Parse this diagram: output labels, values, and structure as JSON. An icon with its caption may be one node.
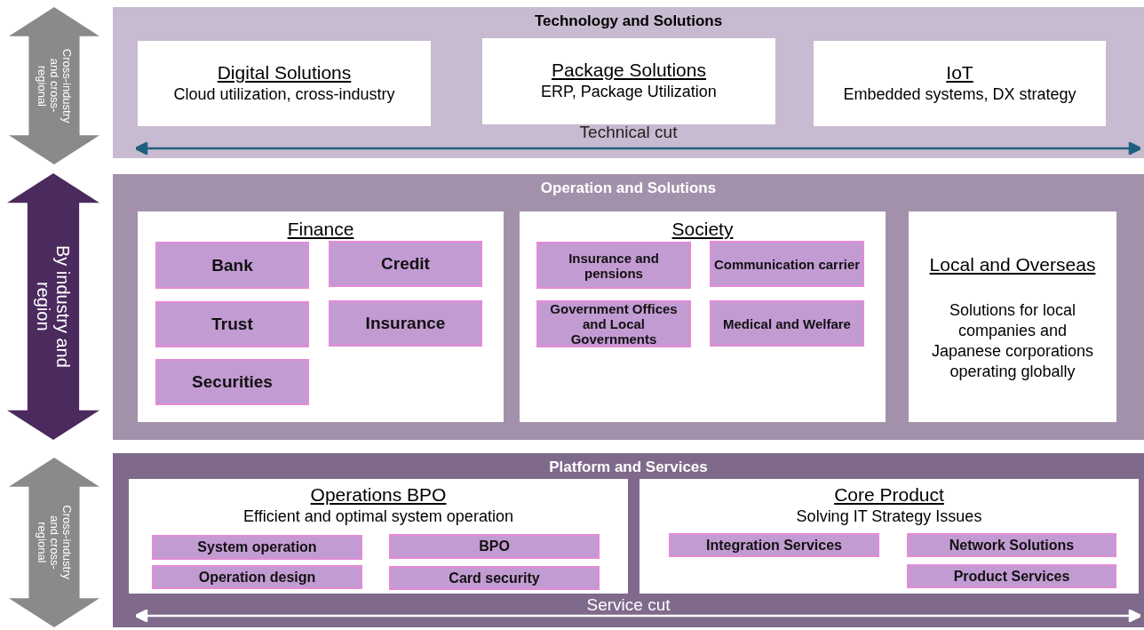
{
  "diagram": {
    "nodes": [
      {
        "text": [
          "Technology and Solutions"
        ]
      },
      {
        "text": [
          "Digital Solutions",
          "Cloud utilization, cross-industry"
        ],
        "in": 0
      },
      {
        "text": [
          "Package Solutions",
          "ERP, Package Utilization"
        ],
        "in": 0
      },
      {
        "text": [
          "IoT",
          "Embedded systems, DX strategy"
        ],
        "in": 0
      },
      {
        "text": [
          "Operation and Solutions"
        ]
      },
      {
        "text": [
          "Finance"
        ],
        "in": 4
      },
      {
        "text": [
          "Bank"
        ],
        "in": 5
      },
      {
        "text": [
          "Credit"
        ],
        "in": 5
      },
      {
        "text": [
          "Trust"
        ],
        "in": 5
      },
      {
        "text": [
          "Insurance"
        ],
        "in": 5
      },
      {
        "text": [
          "Securities"
        ],
        "in": 5
      },
      {
        "text": [
          "Society"
        ],
        "in": 4
      },
      {
        "text": [
          "Insurance and pensions"
        ],
        "in": 11
      },
      {
        "text": [
          "Communication carrier"
        ],
        "in": 11
      },
      {
        "text": [
          "Government Offices and Local Governments"
        ],
        "in": 11
      },
      {
        "text": [
          "Medical and Welfare"
        ],
        "in": 11
      },
      {
        "text": [
          "Local and Overseas",
          "Solutions for local companies and Japanese corporations operating globally"
        ],
        "in": 4
      },
      {
        "text": [
          "Platform and Services"
        ]
      },
      {
        "text": [
          "Operations BPO",
          "Efficient and optimal system operation"
        ],
        "in": 17
      },
      {
        "text": [
          "System operation"
        ],
        "in": 18
      },
      {
        "text": [
          "BPO"
        ],
        "in": 18
      },
      {
        "text": [
          "Operation design"
        ],
        "in": 18
      },
      {
        "text": [
          "Card security"
        ],
        "in": 18
      },
      {
        "text": [
          "Core Product",
          "Solving IT Strategy Issues"
        ],
        "in": 17
      },
      {
        "text": [
          "Integration Services"
        ],
        "in": 23
      },
      {
        "text": [
          "Network Solutions"
        ],
        "in": 23
      },
      {
        "text": [
          "Product Services"
        ],
        "in": 23
      },
      {
        "text": [
          "Cross-industry and cross-regional"
        ]
      },
      {
        "text": [
          "By industry and region"
        ]
      },
      {
        "text": [
          "Cross-industry and cross-regional"
        ]
      }
    ],
    "labels": [
      "Technical cut",
      "Service cut"
    ]
  }
}
